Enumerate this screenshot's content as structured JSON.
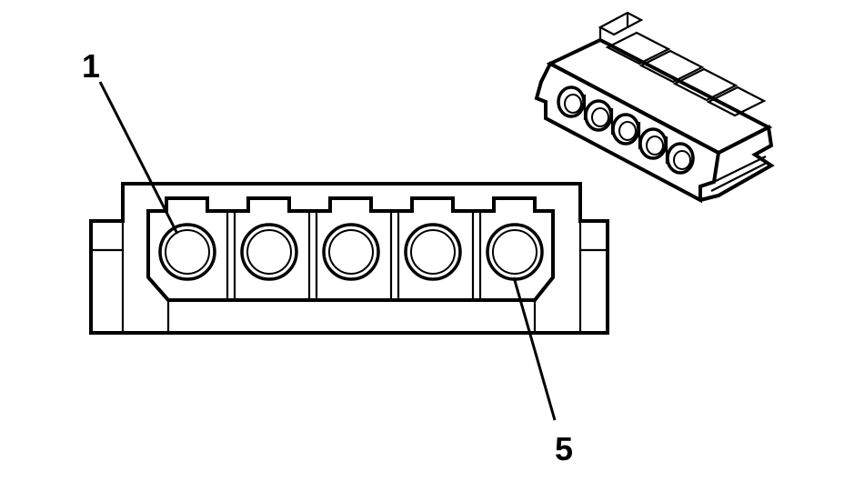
{
  "diagram": {
    "type": "connector-end-view",
    "callouts": [
      {
        "id": "1",
        "label": "1",
        "terminal_index": 0
      },
      {
        "id": "5",
        "label": "5",
        "terminal_index": 4
      }
    ],
    "terminal_count": 5,
    "colors": {
      "line": "#000000",
      "background": "#ffffff"
    }
  }
}
